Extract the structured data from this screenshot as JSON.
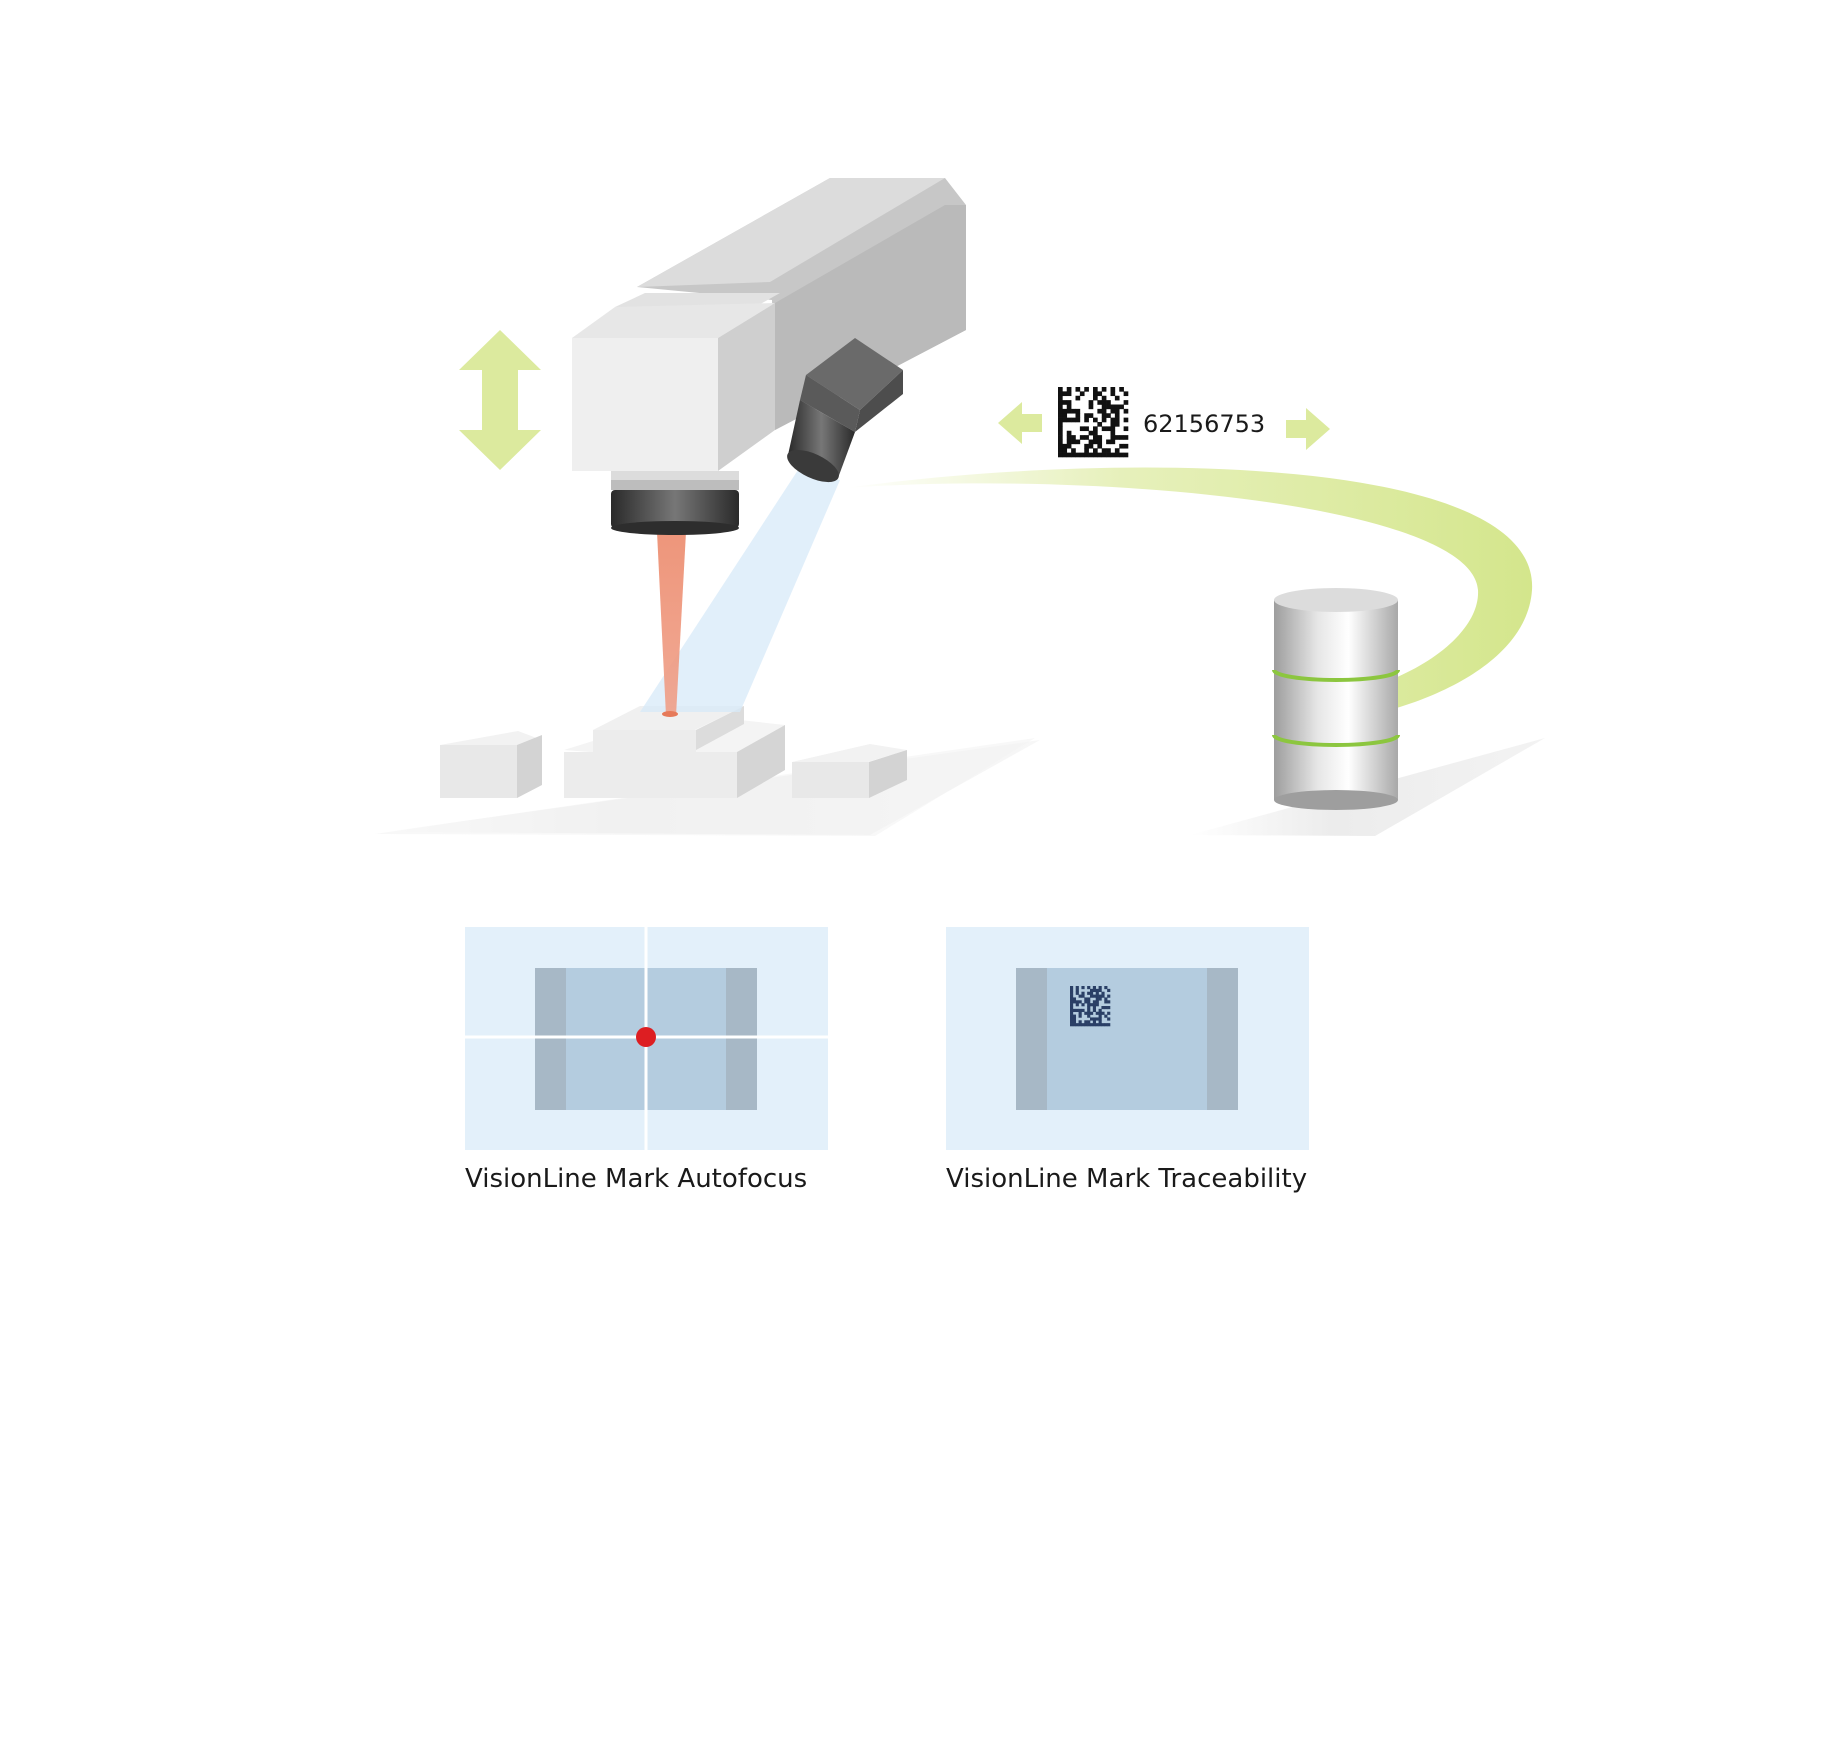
{
  "diagram": {
    "code_number": "62156753",
    "captions": {
      "autofocus": "VisionLine Mark Autofocus",
      "traceability": "VisionLine Mark Traceability"
    }
  },
  "colors": {
    "arrow_green": "#dcea9e",
    "accent_green": "#8cc63f",
    "laser_beam": "#ec8a6c",
    "camera_light": "#d7eaf8",
    "panel_bg": "#e3f0fa",
    "panel_part": "#b4ccdf",
    "panel_part_edge": "#a7b8c6",
    "focus_dot": "#dd1e22",
    "housing_light": "#efefef",
    "housing_mid": "#d2d2d2",
    "housing_dark": "#bdbdbd",
    "lens_dark": "#333333"
  },
  "icons": [
    "up-down-arrow-icon",
    "left-arrow-icon",
    "right-arrow-icon",
    "datamatrix-code-icon",
    "database-icon",
    "focus-point-icon"
  ]
}
